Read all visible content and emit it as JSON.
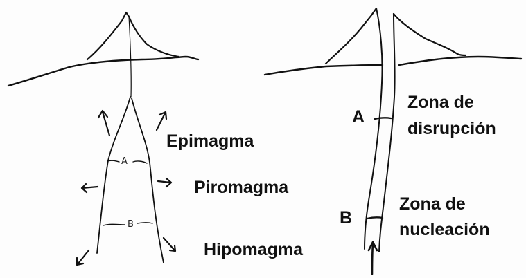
{
  "left_panel": {
    "point_a": "A",
    "point_b": "B",
    "zones": [
      "Epimagma",
      "Piromagma",
      "Hipomagma"
    ]
  },
  "right_panel": {
    "point_a": "A",
    "point_b": "B",
    "disruption_zone": [
      "Zona de",
      "disrupción"
    ],
    "nucleation_zone": [
      "Zona de",
      "nucleación"
    ]
  },
  "colors": {
    "ink": "#111111",
    "background": "#fdfdfd"
  }
}
